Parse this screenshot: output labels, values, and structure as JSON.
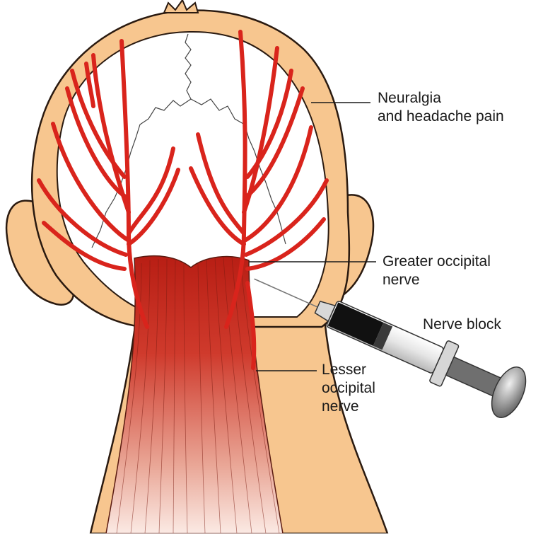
{
  "labels": {
    "neuralgia": [
      "Neuralgia",
      "and headache pain"
    ],
    "greater_occipital": [
      "Greater occipital",
      "nerve"
    ],
    "nerve_block": "Nerve block",
    "lesser_occipital": [
      "Lesser",
      "occipital",
      "nerve"
    ]
  },
  "colors": {
    "skin": "#f7c68f",
    "skin_outline": "#2a1a10",
    "nerve": "#d9241c",
    "muscle": "#c42a1e",
    "syringe_barrel": "#f2f2f2",
    "syringe_plunger": "#6f6f6f",
    "medication": "#111111"
  },
  "icons": [
    "syringe-icon"
  ]
}
